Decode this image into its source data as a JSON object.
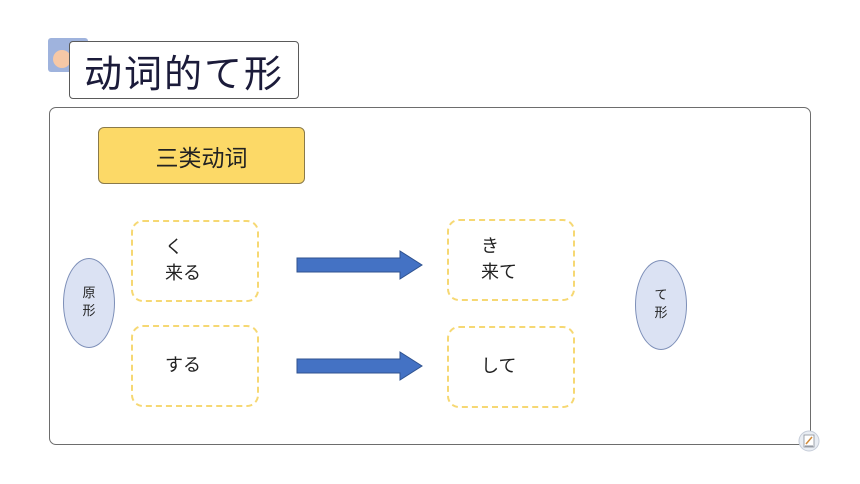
{
  "title": "动词的て形",
  "category_label": "三类动词",
  "source_form_label": "原形",
  "te_form_label": "て形",
  "rows": [
    {
      "source_lines": [
        "く",
        "来る"
      ],
      "result_lines": [
        "き",
        "来て"
      ]
    },
    {
      "source_lines": [
        "する"
      ],
      "result_lines": [
        "して"
      ]
    }
  ],
  "colors": {
    "accent_yellow": "#fcd967",
    "dashed_border": "#f6d873",
    "arrow_blue": "#4472c4",
    "oval_fill": "#dbe2f3"
  },
  "icons": {
    "corner": "edit-icon"
  }
}
